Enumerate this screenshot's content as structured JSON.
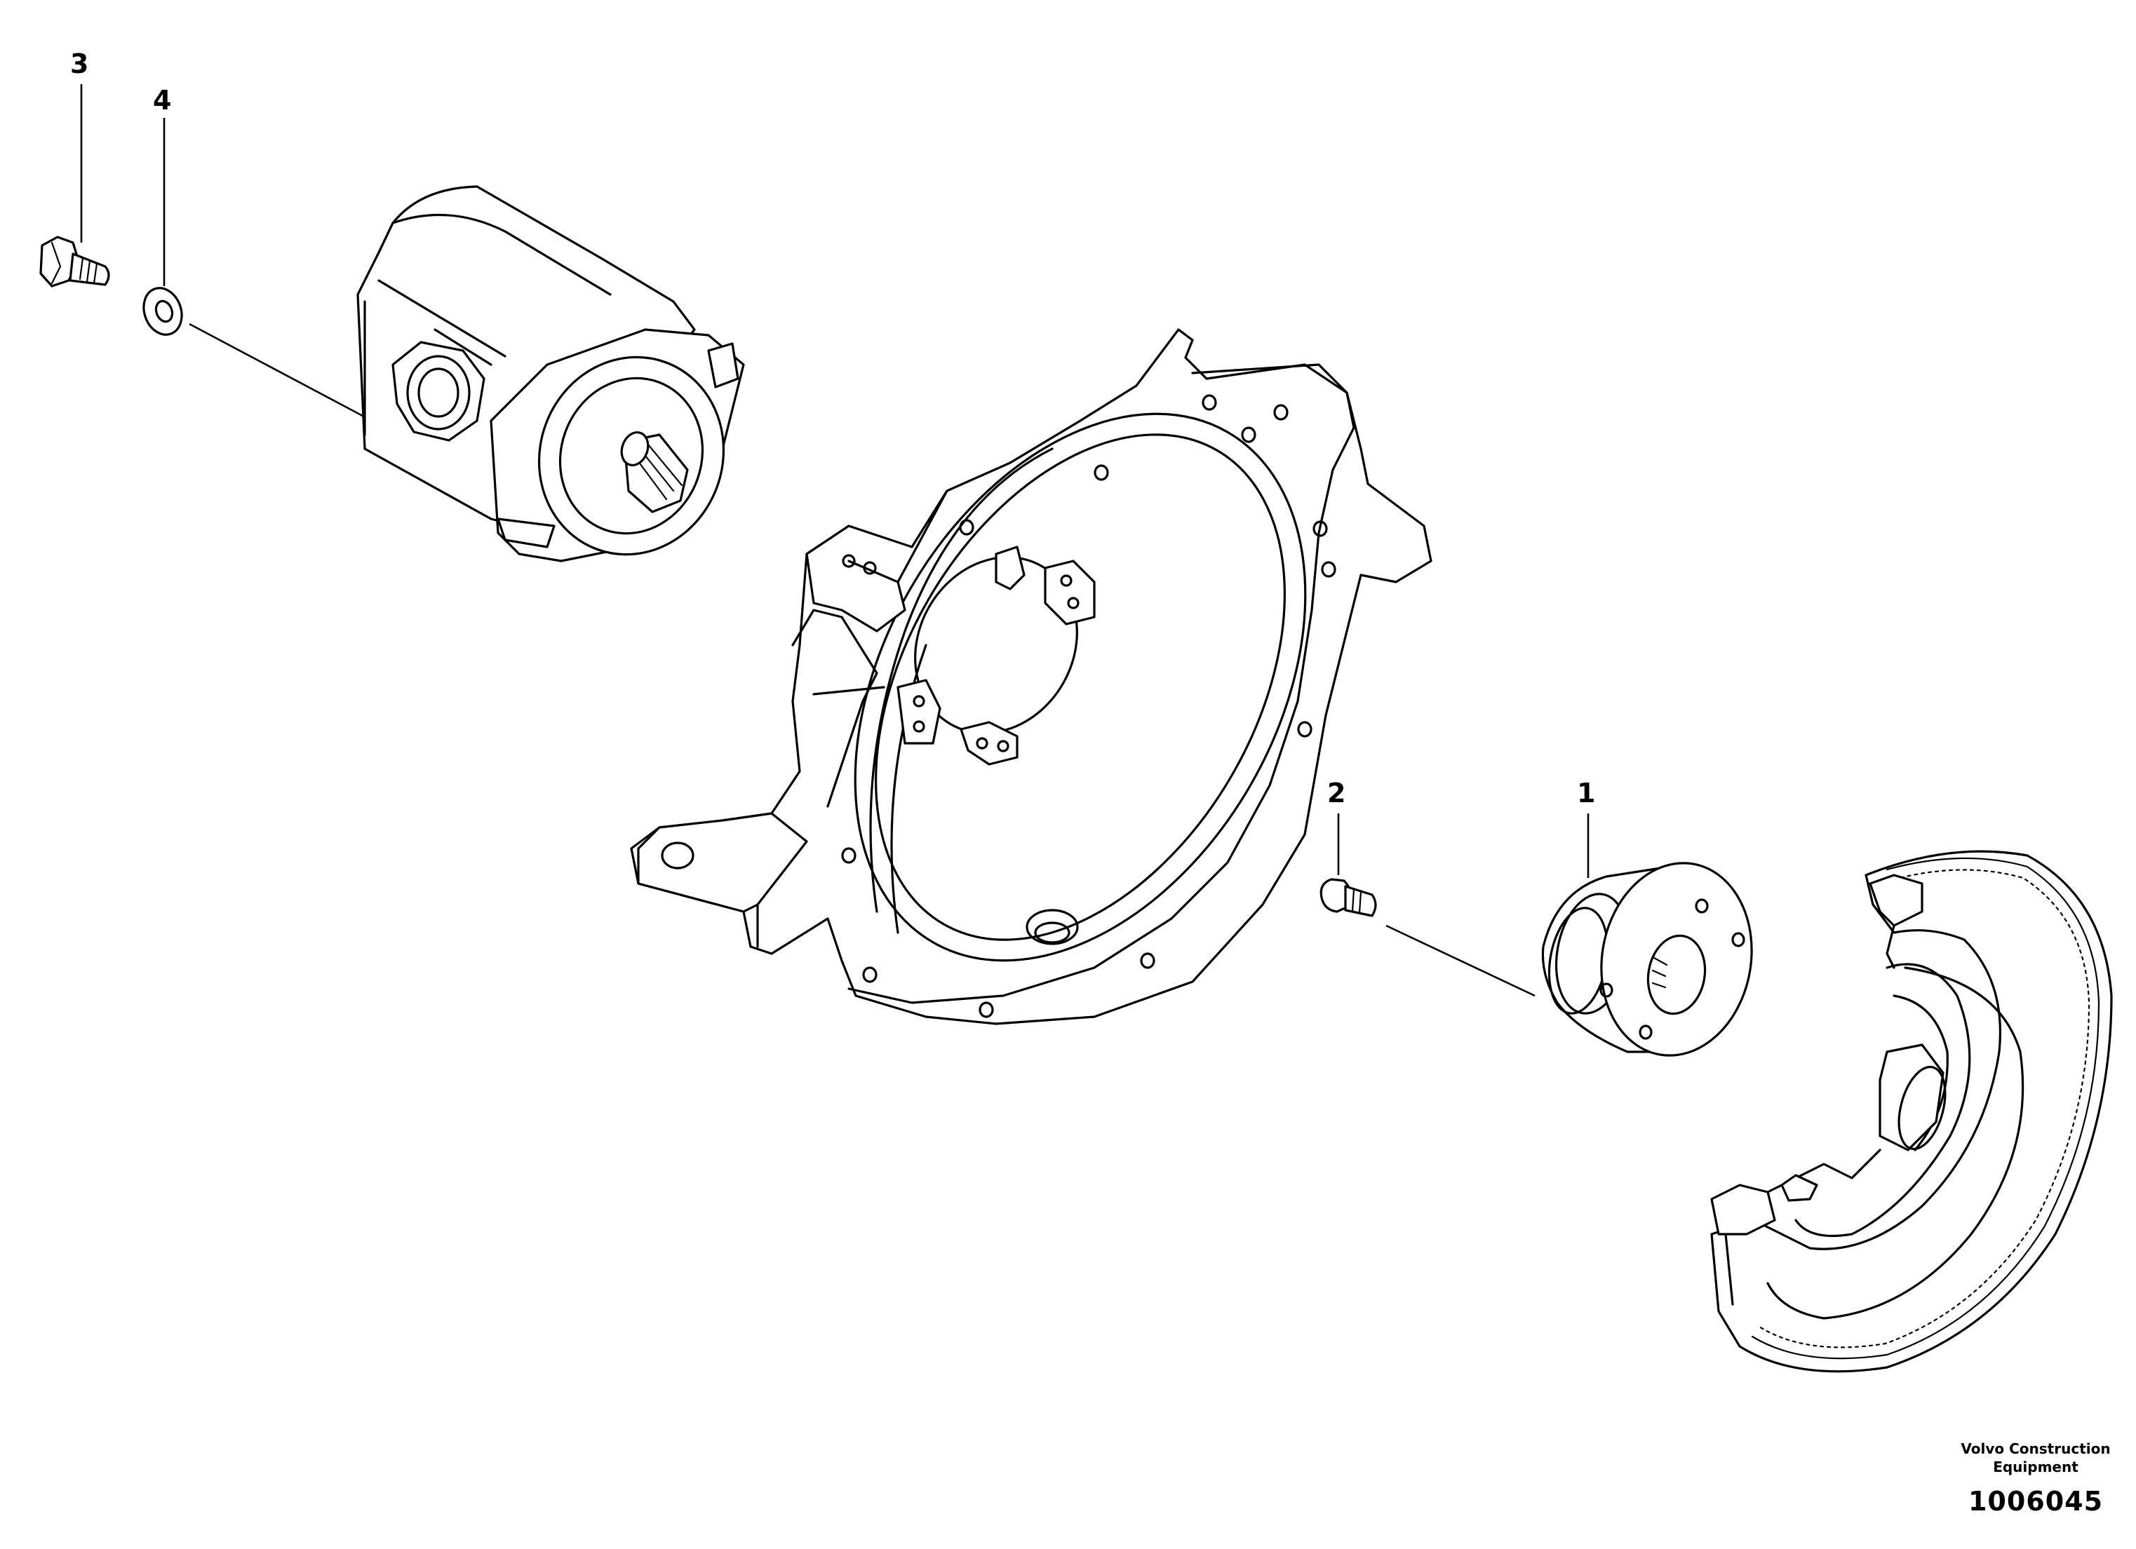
{
  "callouts": {
    "c1": "1",
    "c2": "2",
    "c3": "3",
    "c4": "4"
  },
  "credit": {
    "line1": "Volvo Construction",
    "line2": "Equipment",
    "number": "1006045"
  },
  "colors": {
    "ink": "#000000",
    "paper": "#ffffff"
  }
}
